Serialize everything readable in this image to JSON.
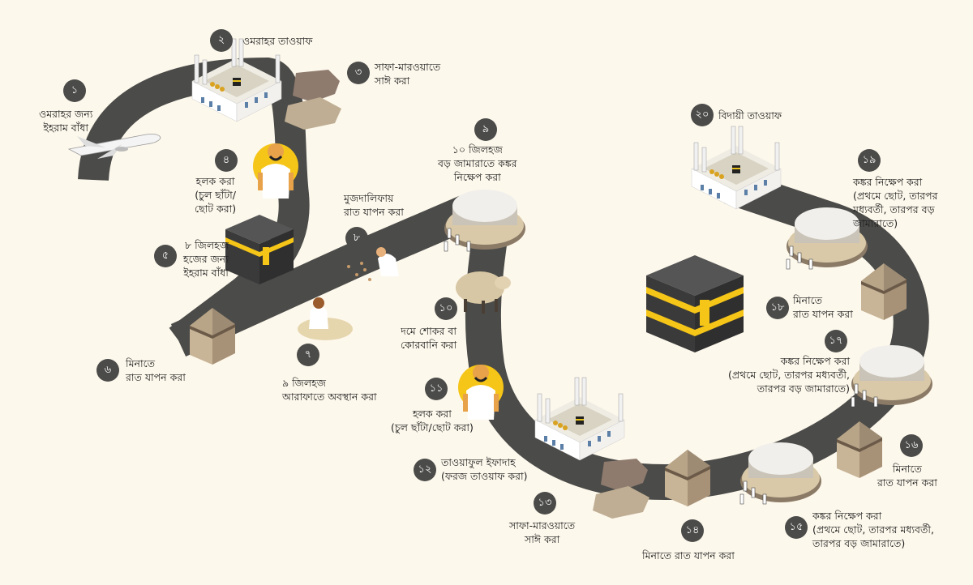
{
  "diagram": {
    "colors": {
      "background": "#fdf8ec",
      "road": "#4b4b49",
      "badge": "#4b4b49",
      "kaaba": "#3a3a3a",
      "kaaba_band": "#f5c518",
      "halo": "#f5c518",
      "tent": "#c8b496",
      "rock_dark": "#8f7b6e",
      "rock_light": "#bfae93"
    },
    "steps": [
      {
        "number": "১",
        "lines": [
          "ওমরাহর জন্য",
          "ইহরাম বাঁধা"
        ],
        "icon": "airplane-icon"
      },
      {
        "number": "২",
        "lines": [
          "ওমরাহর তাওয়াফ"
        ],
        "icon": "masjid-al-haram-icon"
      },
      {
        "number": "৩",
        "lines": [
          "সাফা-মারওয়াতে",
          "সাঈ করা"
        ],
        "icon": "hills-icon"
      },
      {
        "number": "৪",
        "lines": [
          "হলক করা",
          "(চুল ছাঁটা/",
          "ছোট করা)"
        ],
        "icon": "pilgrim-icon"
      },
      {
        "number": "৫",
        "lines": [
          "৮ জিলহজ",
          "হজের জন্য",
          "ইহরাম বাঁধা"
        ],
        "icon": "kaaba-icon"
      },
      {
        "number": "৬",
        "lines": [
          "মিনাতে",
          "রাত যাপন করা"
        ],
        "icon": "tent-icon"
      },
      {
        "number": "৭",
        "lines": [
          "৯ জিলহজ",
          "আরাফাতে অবস্থান করা"
        ],
        "icon": "praying-pilgrim-icon"
      },
      {
        "number": "৮",
        "lines": [
          "মুজদালিফায়",
          "রাত যাপন করা"
        ],
        "icon": "pebble-gathering-icon"
      },
      {
        "number": "৯",
        "lines": [
          "১০ জিলহজ",
          "বড় জামারাতে কঙ্কর",
          "নিক্ষেপ করা"
        ],
        "icon": "jamarat-icon"
      },
      {
        "number": "১০",
        "lines": [
          "দমে শোকর বা",
          "কোরবানি করা"
        ],
        "icon": "sheep-icon"
      },
      {
        "number": "১১",
        "lines": [
          "হলক করা",
          "(চুল ছাঁটা/ছোট করা)"
        ],
        "icon": "pilgrim-icon"
      },
      {
        "number": "১২",
        "lines": [
          "তাওয়াফুল ইফাদাহ",
          "(ফরজ তাওয়াফ করা)"
        ],
        "icon": "masjid-al-haram-icon"
      },
      {
        "number": "১৩",
        "lines": [
          "সাফা-মারওয়াতে",
          "সাঈ করা"
        ],
        "icon": "hills-icon"
      },
      {
        "number": "১৪",
        "lines": [
          "মিনাতে রাত যাপন করা"
        ],
        "icon": "tent-icon"
      },
      {
        "number": "১৫",
        "lines": [
          "কঙ্কর নিক্ষেপ করা",
          "(প্রথমে ছোট, তারপর মধ্যবর্তী,",
          "তারপর বড় জামারাতে)"
        ],
        "icon": "jamarat-icon"
      },
      {
        "number": "১৬",
        "lines": [
          "মিনাতে",
          "রাত যাপন করা"
        ],
        "icon": "tent-icon"
      },
      {
        "number": "১৭",
        "lines": [
          "কঙ্কর নিক্ষেপ করা",
          "(প্রথমে ছোট, তারপর মধ্যবর্তী,",
          "তারপর বড় জামারাতে)"
        ],
        "icon": "jamarat-icon"
      },
      {
        "number": "১৮",
        "lines": [
          "মিনাতে",
          "রাত যাপন করা"
        ],
        "icon": "tent-icon"
      },
      {
        "number": "১৯",
        "lines": [
          "কঙ্কর নিক্ষেপ করা",
          "(প্রথমে ছোট, তারপর",
          "মধ্যবর্তী, তারপর বড়",
          "জামারাতে)"
        ],
        "icon": "jamarat-icon"
      },
      {
        "number": "২০",
        "lines": [
          "বিদায়ী তাওয়াফ"
        ],
        "icon": "masjid-al-haram-icon"
      }
    ]
  }
}
